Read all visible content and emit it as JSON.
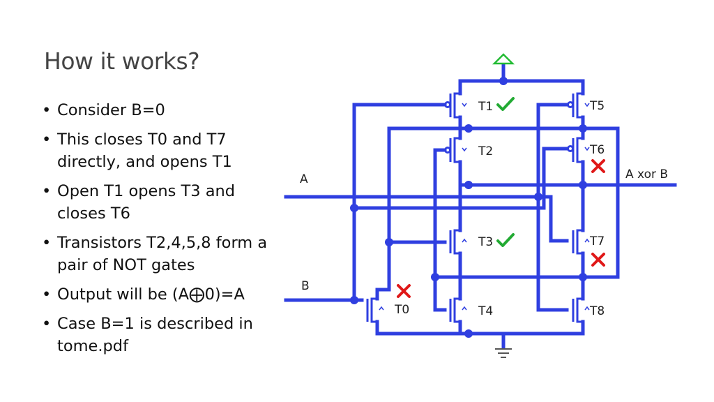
{
  "slide": {
    "title": "How it works?",
    "bullets": [
      "Consider B=0",
      "This closes T0 and T7 directly, and opens T1",
      "Open T1 opens T3 and closes T6",
      "Transistors T2,4,5,8 form a pair of NOT gates",
      "Output will be (A⨁0)=A",
      "Case B=1 is described in tome.pdf"
    ]
  },
  "circuit": {
    "wire_color": "#2f3fe0",
    "check_color": "#22aa33",
    "cross_color": "#e01818",
    "vdd_color": "#22bb33",
    "inputs": {
      "a": "A",
      "b": "B"
    },
    "output": "A xor B",
    "transistors": {
      "t0": "T0",
      "t1": "T1",
      "t2": "T2",
      "t3": "T3",
      "t4": "T4",
      "t5": "T5",
      "t6": "T6",
      "t7": "T7",
      "t8": "T8"
    },
    "state_marks": {
      "t1": "check",
      "t3": "check",
      "t6": "cross",
      "t7": "cross",
      "t0": "cross"
    }
  }
}
